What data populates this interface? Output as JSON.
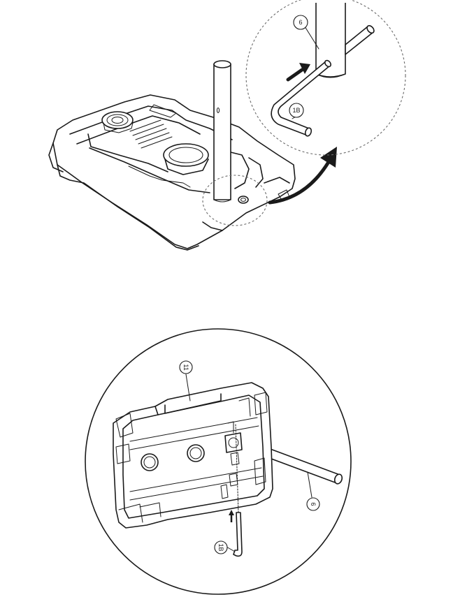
{
  "figure": {
    "callouts": {
      "pole": "6",
      "pin": "1B",
      "bottom_base": "11",
      "bottom_pole": "6",
      "bottom_pin": "1B"
    },
    "colors": {
      "line": "#1a1a1a",
      "dashed_circle": "#6a6a6a",
      "arrow": "#1a1a1a",
      "background": "#ffffff"
    },
    "icons": {
      "insert_arrow": "arrow-right-icon",
      "curved_arrow": "curved-arrow-icon",
      "up_arrow": "arrow-up-icon"
    }
  }
}
